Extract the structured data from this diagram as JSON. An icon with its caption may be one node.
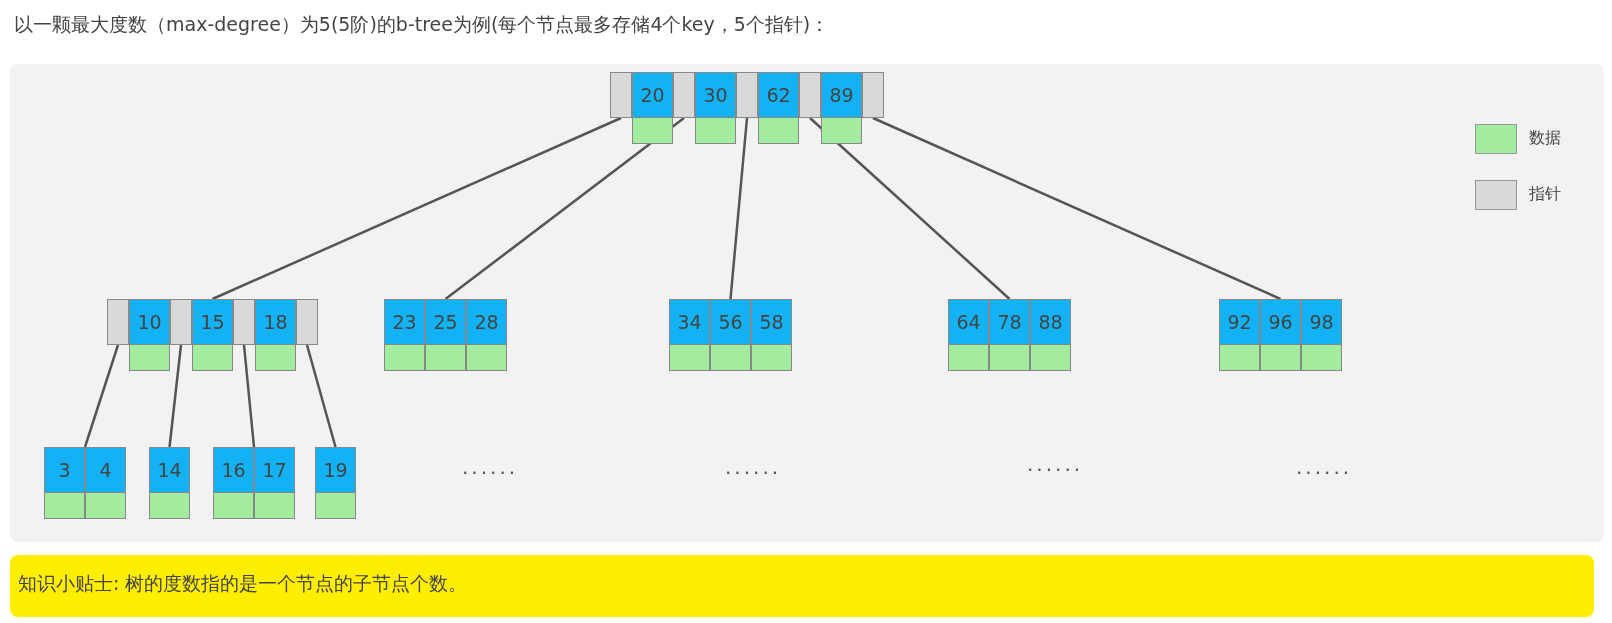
{
  "diagram": {
    "title": "以一颗最大度数（max-degree）为5(5阶)的b-tree为例(每个节点最多存储4个key，5个指针)：",
    "caption": "知识小贴士: 树的度数指的是一个节点的子节点个数。",
    "nodes": [
      {
        "text": [
          "20",
          "30",
          "62",
          "89"
        ]
      },
      {
        "text": [
          "10",
          "15",
          "18"
        ]
      },
      {
        "text": [
          "23",
          "25",
          "28"
        ]
      },
      {
        "text": [
          "34",
          "56",
          "58"
        ]
      },
      {
        "text": [
          "64",
          "78",
          "88"
        ]
      },
      {
        "text": [
          "92",
          "96",
          "98"
        ]
      },
      {
        "text": [
          "3",
          "4"
        ]
      },
      {
        "text": [
          "14"
        ]
      },
      {
        "text": [
          "16",
          "17"
        ]
      },
      {
        "text": [
          "19"
        ]
      }
    ],
    "edges": [
      {
        "from": 0,
        "to": 1,
        "arrow": "none"
      },
      {
        "from": 0,
        "to": 2,
        "arrow": "none"
      },
      {
        "from": 0,
        "to": 3,
        "arrow": "none"
      },
      {
        "from": 0,
        "to": 4,
        "arrow": "none"
      },
      {
        "from": 0,
        "to": 5,
        "arrow": "none"
      },
      {
        "from": 1,
        "to": 6,
        "arrow": "none"
      },
      {
        "from": 1,
        "to": 7,
        "arrow": "none"
      },
      {
        "from": 1,
        "to": 8,
        "arrow": "none"
      },
      {
        "from": 1,
        "to": 9,
        "arrow": "none"
      }
    ],
    "labels": [
      "......",
      "......",
      "......",
      "......"
    ],
    "legend": [
      {
        "text": "数据",
        "color": "#a3eb9f"
      },
      {
        "text": "指针",
        "color": "#d9d9d9"
      }
    ]
  }
}
